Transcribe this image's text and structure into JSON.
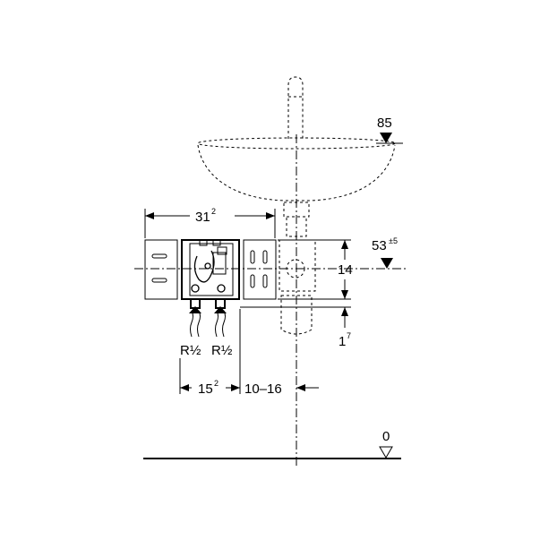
{
  "dimensions": {
    "height_basin": "85",
    "width_frame": "31",
    "width_frame_sup": "2",
    "height_center": "53",
    "height_center_sup": "±5",
    "frame_height": "14",
    "offset_bottom": "1",
    "offset_bottom_sup": "7",
    "connection_width": "15",
    "connection_width_sup": "2",
    "wall_distance": "10–16",
    "floor_level": "0"
  },
  "connections": {
    "left": "R½",
    "right": "R½"
  }
}
